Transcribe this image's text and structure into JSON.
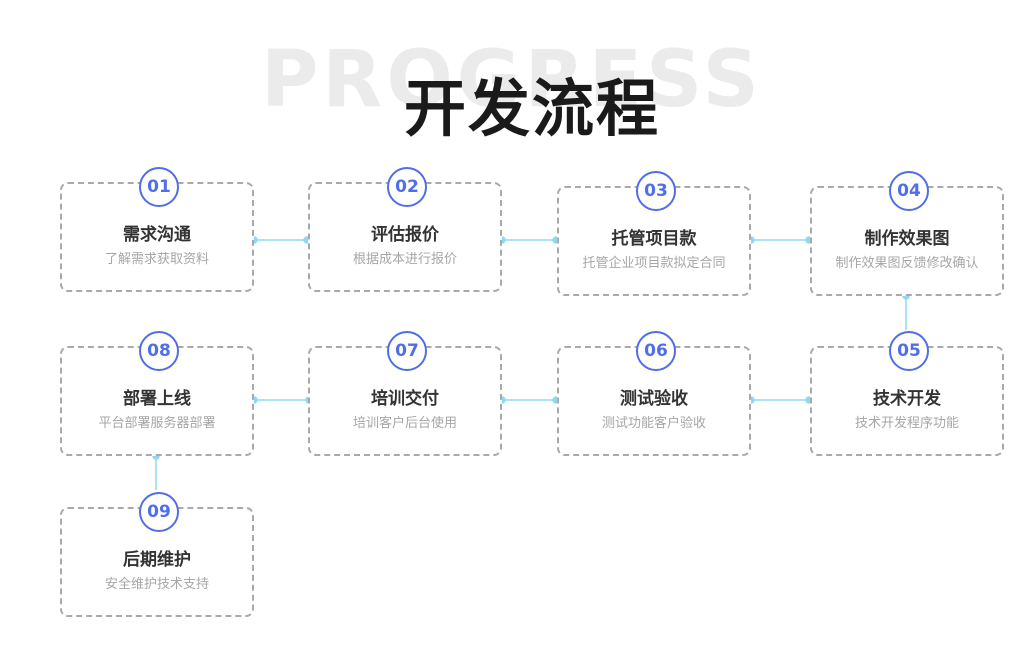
{
  "header": {
    "bg_word": "PROGRESS",
    "title": "开发流程"
  },
  "accent_color": "#4f6ee8",
  "connector_color": "#8fd8f4",
  "steps": [
    {
      "num": "01",
      "title": "需求沟通",
      "desc": "了解需求获取资料"
    },
    {
      "num": "02",
      "title": "评估报价",
      "desc": "根据成本进行报价"
    },
    {
      "num": "03",
      "title": "托管项目款",
      "desc": "托管企业项目款拟定合同"
    },
    {
      "num": "04",
      "title": "制作效果图",
      "desc": "制作效果图反馈修改确认"
    },
    {
      "num": "05",
      "title": "技术开发",
      "desc": "技术开发程序功能"
    },
    {
      "num": "06",
      "title": "测试验收",
      "desc": "测试功能客户验收"
    },
    {
      "num": "07",
      "title": "培训交付",
      "desc": "培训客户后台使用"
    },
    {
      "num": "08",
      "title": "部署上线",
      "desc": "平台部署服务器部署"
    },
    {
      "num": "09",
      "title": "后期维护",
      "desc": "安全维护技术支持"
    }
  ]
}
